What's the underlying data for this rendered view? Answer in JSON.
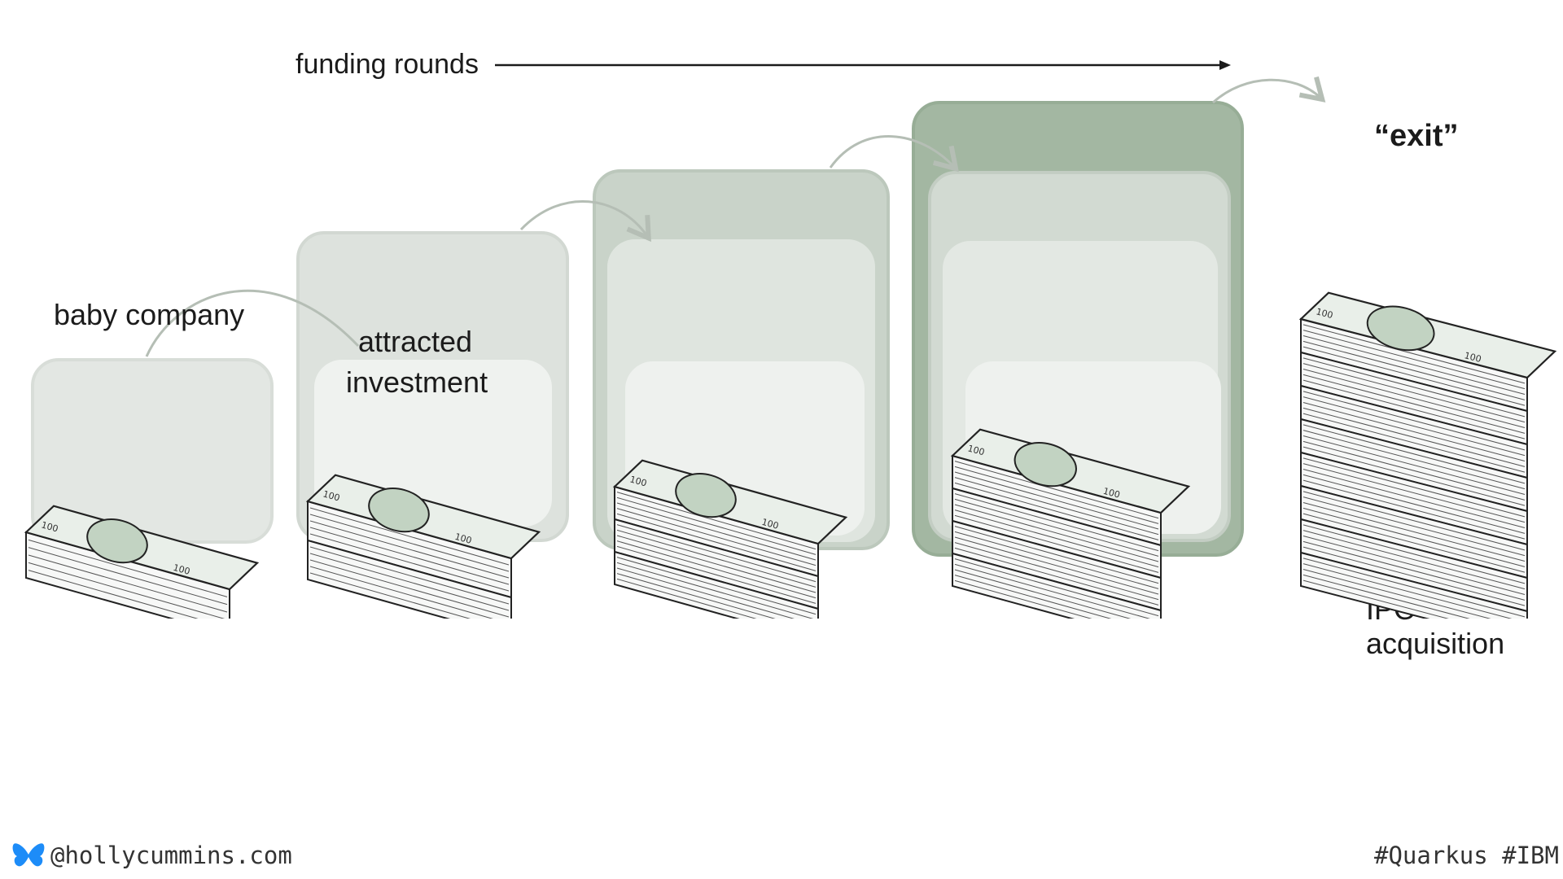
{
  "diagram": {
    "funding_label": "funding rounds",
    "stages": [
      {
        "label_line1": "baby company",
        "label_line2": ""
      },
      {
        "label_line1": "attracted",
        "label_line2": "investment"
      }
    ],
    "exit_label": "“exit”",
    "exit_options": [
      "IPO",
      "acquisition"
    ]
  },
  "footer": {
    "handle": "@hollycummins.com",
    "tags": "#Quarkus #IBM"
  },
  "colors": {
    "box_light": "#e3e7e3",
    "box_mid": "#c9d3c9",
    "box_dark": "#a3b7a2",
    "bill_green": "#e9efe9",
    "bluesky_blue": "#1d8cf8"
  },
  "icons": {
    "social": "butterfly-icon",
    "money": "money-stack-icon"
  }
}
